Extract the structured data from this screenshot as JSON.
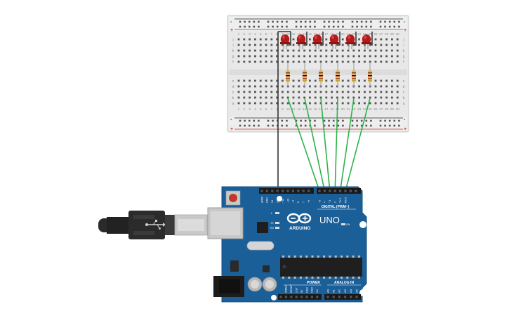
{
  "board": {
    "logo_text": "ARDUINO",
    "model": "UNO",
    "digital_header": "DIGITAL (PWM~)",
    "power_header": "POWER",
    "analog_header": "ANALOG IN",
    "on_label": "ON",
    "tx_label": "TX",
    "rx_label": "RX",
    "l_label": "L",
    "aref_label": "AREF",
    "gnd_label": "GND",
    "digital_pins": [
      "13",
      "12",
      "~11",
      "~10",
      "~9",
      "8",
      "7",
      "~6",
      "~5",
      "4",
      "~3",
      "2",
      "TX 1",
      "RX 0"
    ],
    "power_pins": [
      "IOREF",
      "RESET",
      "3.3V",
      "5V",
      "GND",
      "GND",
      "Vin"
    ],
    "analog_pins": [
      "A0",
      "A1",
      "A2",
      "A3",
      "A4",
      "A5"
    ]
  },
  "breadboard": {
    "letters_top": [
      "j",
      "i",
      "h",
      "g",
      "f"
    ],
    "letters_bottom": [
      "e",
      "d",
      "c",
      "b",
      "a"
    ],
    "column_numbers": [
      "1",
      "2",
      "3",
      "4",
      "5",
      "6",
      "7",
      "8",
      "9",
      "10",
      "11",
      "12",
      "13",
      "14",
      "15",
      "16",
      "17",
      "18",
      "19",
      "20",
      "21",
      "22",
      "23",
      "24",
      "25",
      "26",
      "27",
      "28",
      "29",
      "30"
    ],
    "rail_plus": "+",
    "rail_minus": "-"
  },
  "components": {
    "led_count": 6,
    "resistor_count": 6,
    "led_color": "#b31b1b",
    "wire_signal_color": "#2db34a",
    "wire_ground_color": "#333333",
    "board_color": "#1b5f99"
  }
}
